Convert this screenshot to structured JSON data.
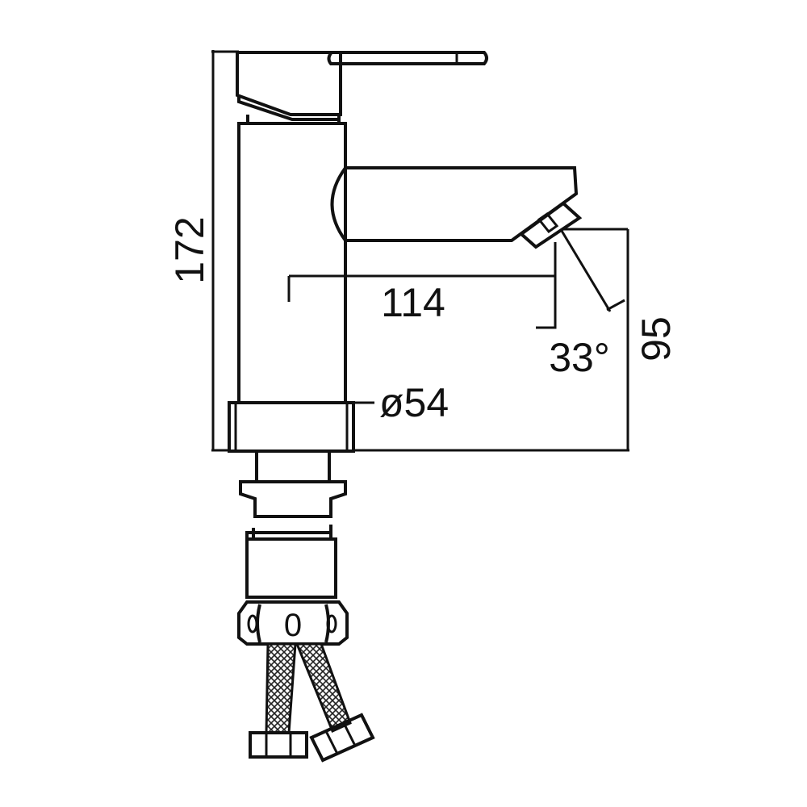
{
  "dimensions": {
    "height_total": "172",
    "spout_reach": "114",
    "spout_angle": "33°",
    "spout_height": "95",
    "base_diameter": "ø54"
  },
  "nut_cap_mark": "0"
}
